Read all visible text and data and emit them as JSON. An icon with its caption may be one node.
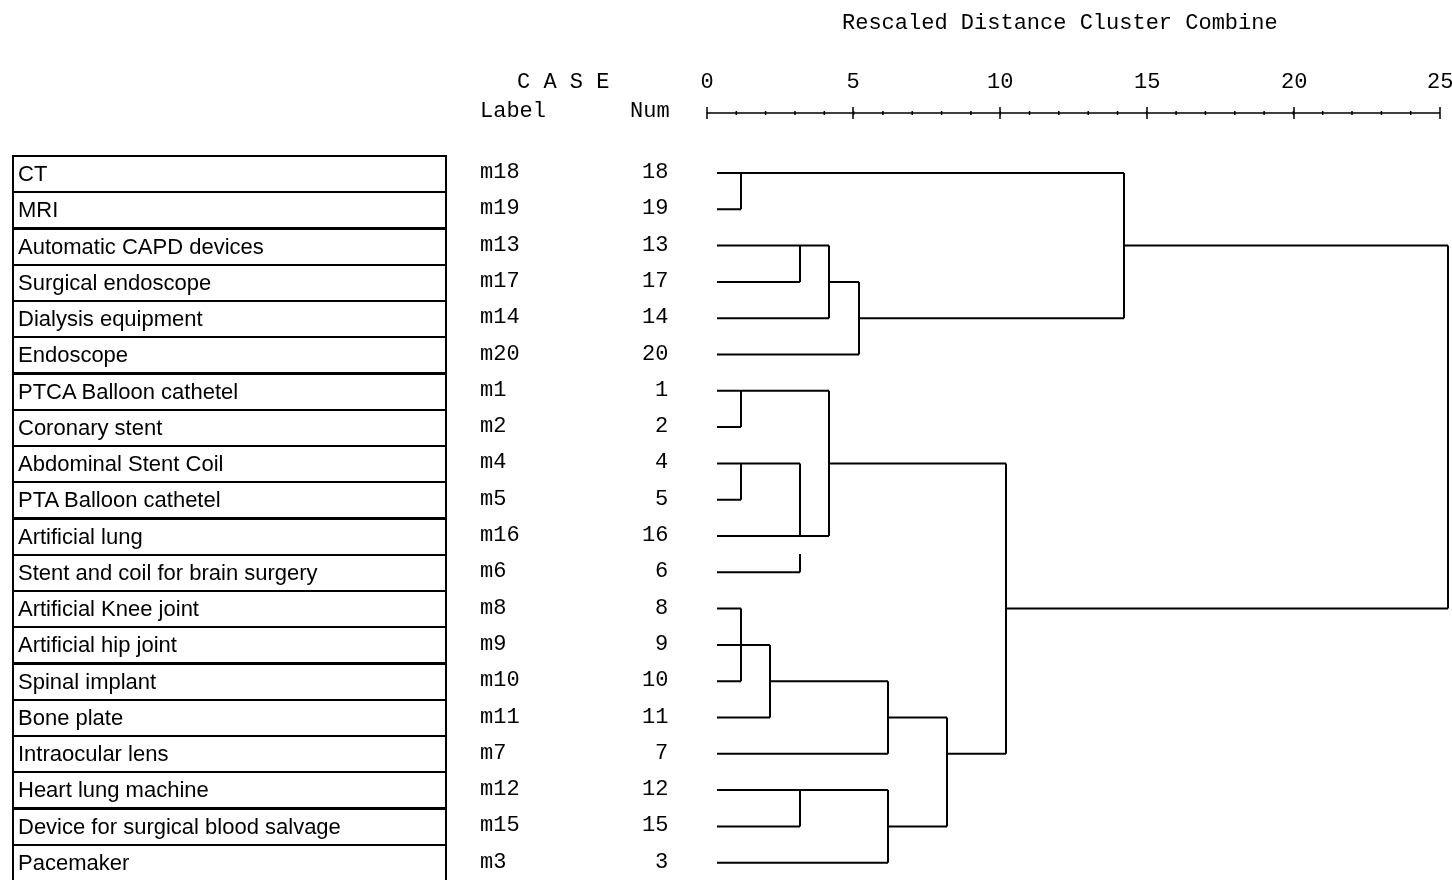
{
  "diagram": {
    "title": "Rescaled Distance Cluster Combine",
    "nodes": [
      {
        "text": [
          "CT"
        ]
      },
      {
        "text": [
          "MRI"
        ]
      },
      {
        "text": [
          "Automatic CAPD devices"
        ]
      },
      {
        "text": [
          "Surgical endoscope"
        ]
      },
      {
        "text": [
          "Dialysis equipment"
        ]
      },
      {
        "text": [
          "Endoscope"
        ]
      },
      {
        "text": [
          "PTCA Balloon cathetel"
        ]
      },
      {
        "text": [
          "Coronary stent"
        ]
      },
      {
        "text": [
          "Abdominal Stent Coil"
        ]
      },
      {
        "text": [
          "PTA Balloon cathetel"
        ]
      },
      {
        "text": [
          "Artificial lung"
        ]
      },
      {
        "text": [
          "Stent and coil for brain surgery"
        ]
      },
      {
        "text": [
          "Artificial Knee joint"
        ]
      },
      {
        "text": [
          "Artificial hip joint"
        ]
      },
      {
        "text": [
          "Spinal implant"
        ]
      },
      {
        "text": [
          "Bone plate"
        ]
      },
      {
        "text": [
          "Intraocular lens"
        ]
      },
      {
        "text": [
          "Heart lung machine"
        ]
      },
      {
        "text": [
          "Device for surgical blood salvage"
        ]
      },
      {
        "text": [
          "Pacemaker"
        ]
      }
    ],
    "edges": [],
    "labels": [
      "C A S E",
      "Label",
      "Num",
      "0",
      "5",
      "10",
      "15",
      "20",
      "25",
      "m18",
      "18",
      "m19",
      "19",
      "m13",
      "13",
      "m17",
      "17",
      "m14",
      "14",
      "m20",
      "20",
      "m1",
      "1",
      "m2",
      "2",
      "m4",
      "4",
      "m5",
      "5",
      "m16",
      "16",
      "m6",
      "6",
      "m8",
      "8",
      "m9",
      "9",
      "m10",
      "10",
      "m11",
      "11",
      "m7",
      "7",
      "m12",
      "12",
      "m15",
      "15",
      "m3",
      "3"
    ]
  }
}
